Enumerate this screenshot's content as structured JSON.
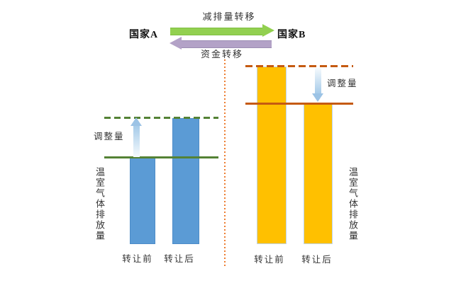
{
  "top": {
    "country_a": "国家A",
    "country_b": "国家B",
    "emission_transfer_label": "减排量转移",
    "fund_transfer_label": "资金转移"
  },
  "left_chart": {
    "adjustment_label": "调整量",
    "axis_label": "温室气体排放量",
    "before_label": "转让前",
    "after_label": "转让后"
  },
  "right_chart": {
    "adjustment_label": "调整量",
    "axis_label": "温室气体排放量",
    "before_label": "转让前",
    "after_label": "转让后"
  },
  "colors": {
    "country_a_bars": "#5B9BD5",
    "country_b_bars": "#FFC000",
    "country_a_lines": "#548235",
    "country_b_lines": "#C55A11",
    "emission_transfer_arrow": "#92D050",
    "fund_transfer_arrow": "#B3A2C7",
    "divider_dotted": "#ED7D31",
    "adjustment_arrow": "#A6CBE9"
  },
  "chart_data": [
    {
      "type": "bar",
      "title": "国家A",
      "categories": [
        "转让前",
        "转让后"
      ],
      "values": [
        121,
        176
      ],
      "unit": "relative height (px)",
      "lines": {
        "solid_level": 121,
        "dashed_level": 176
      },
      "adjustment_direction": "up"
    },
    {
      "type": "bar",
      "title": "国家B",
      "categories": [
        "转让前",
        "转让后"
      ],
      "values": [
        249,
        197
      ],
      "unit": "relative height (px)",
      "lines": {
        "dashed_level": 249,
        "solid_level": 197
      },
      "adjustment_direction": "down"
    }
  ]
}
